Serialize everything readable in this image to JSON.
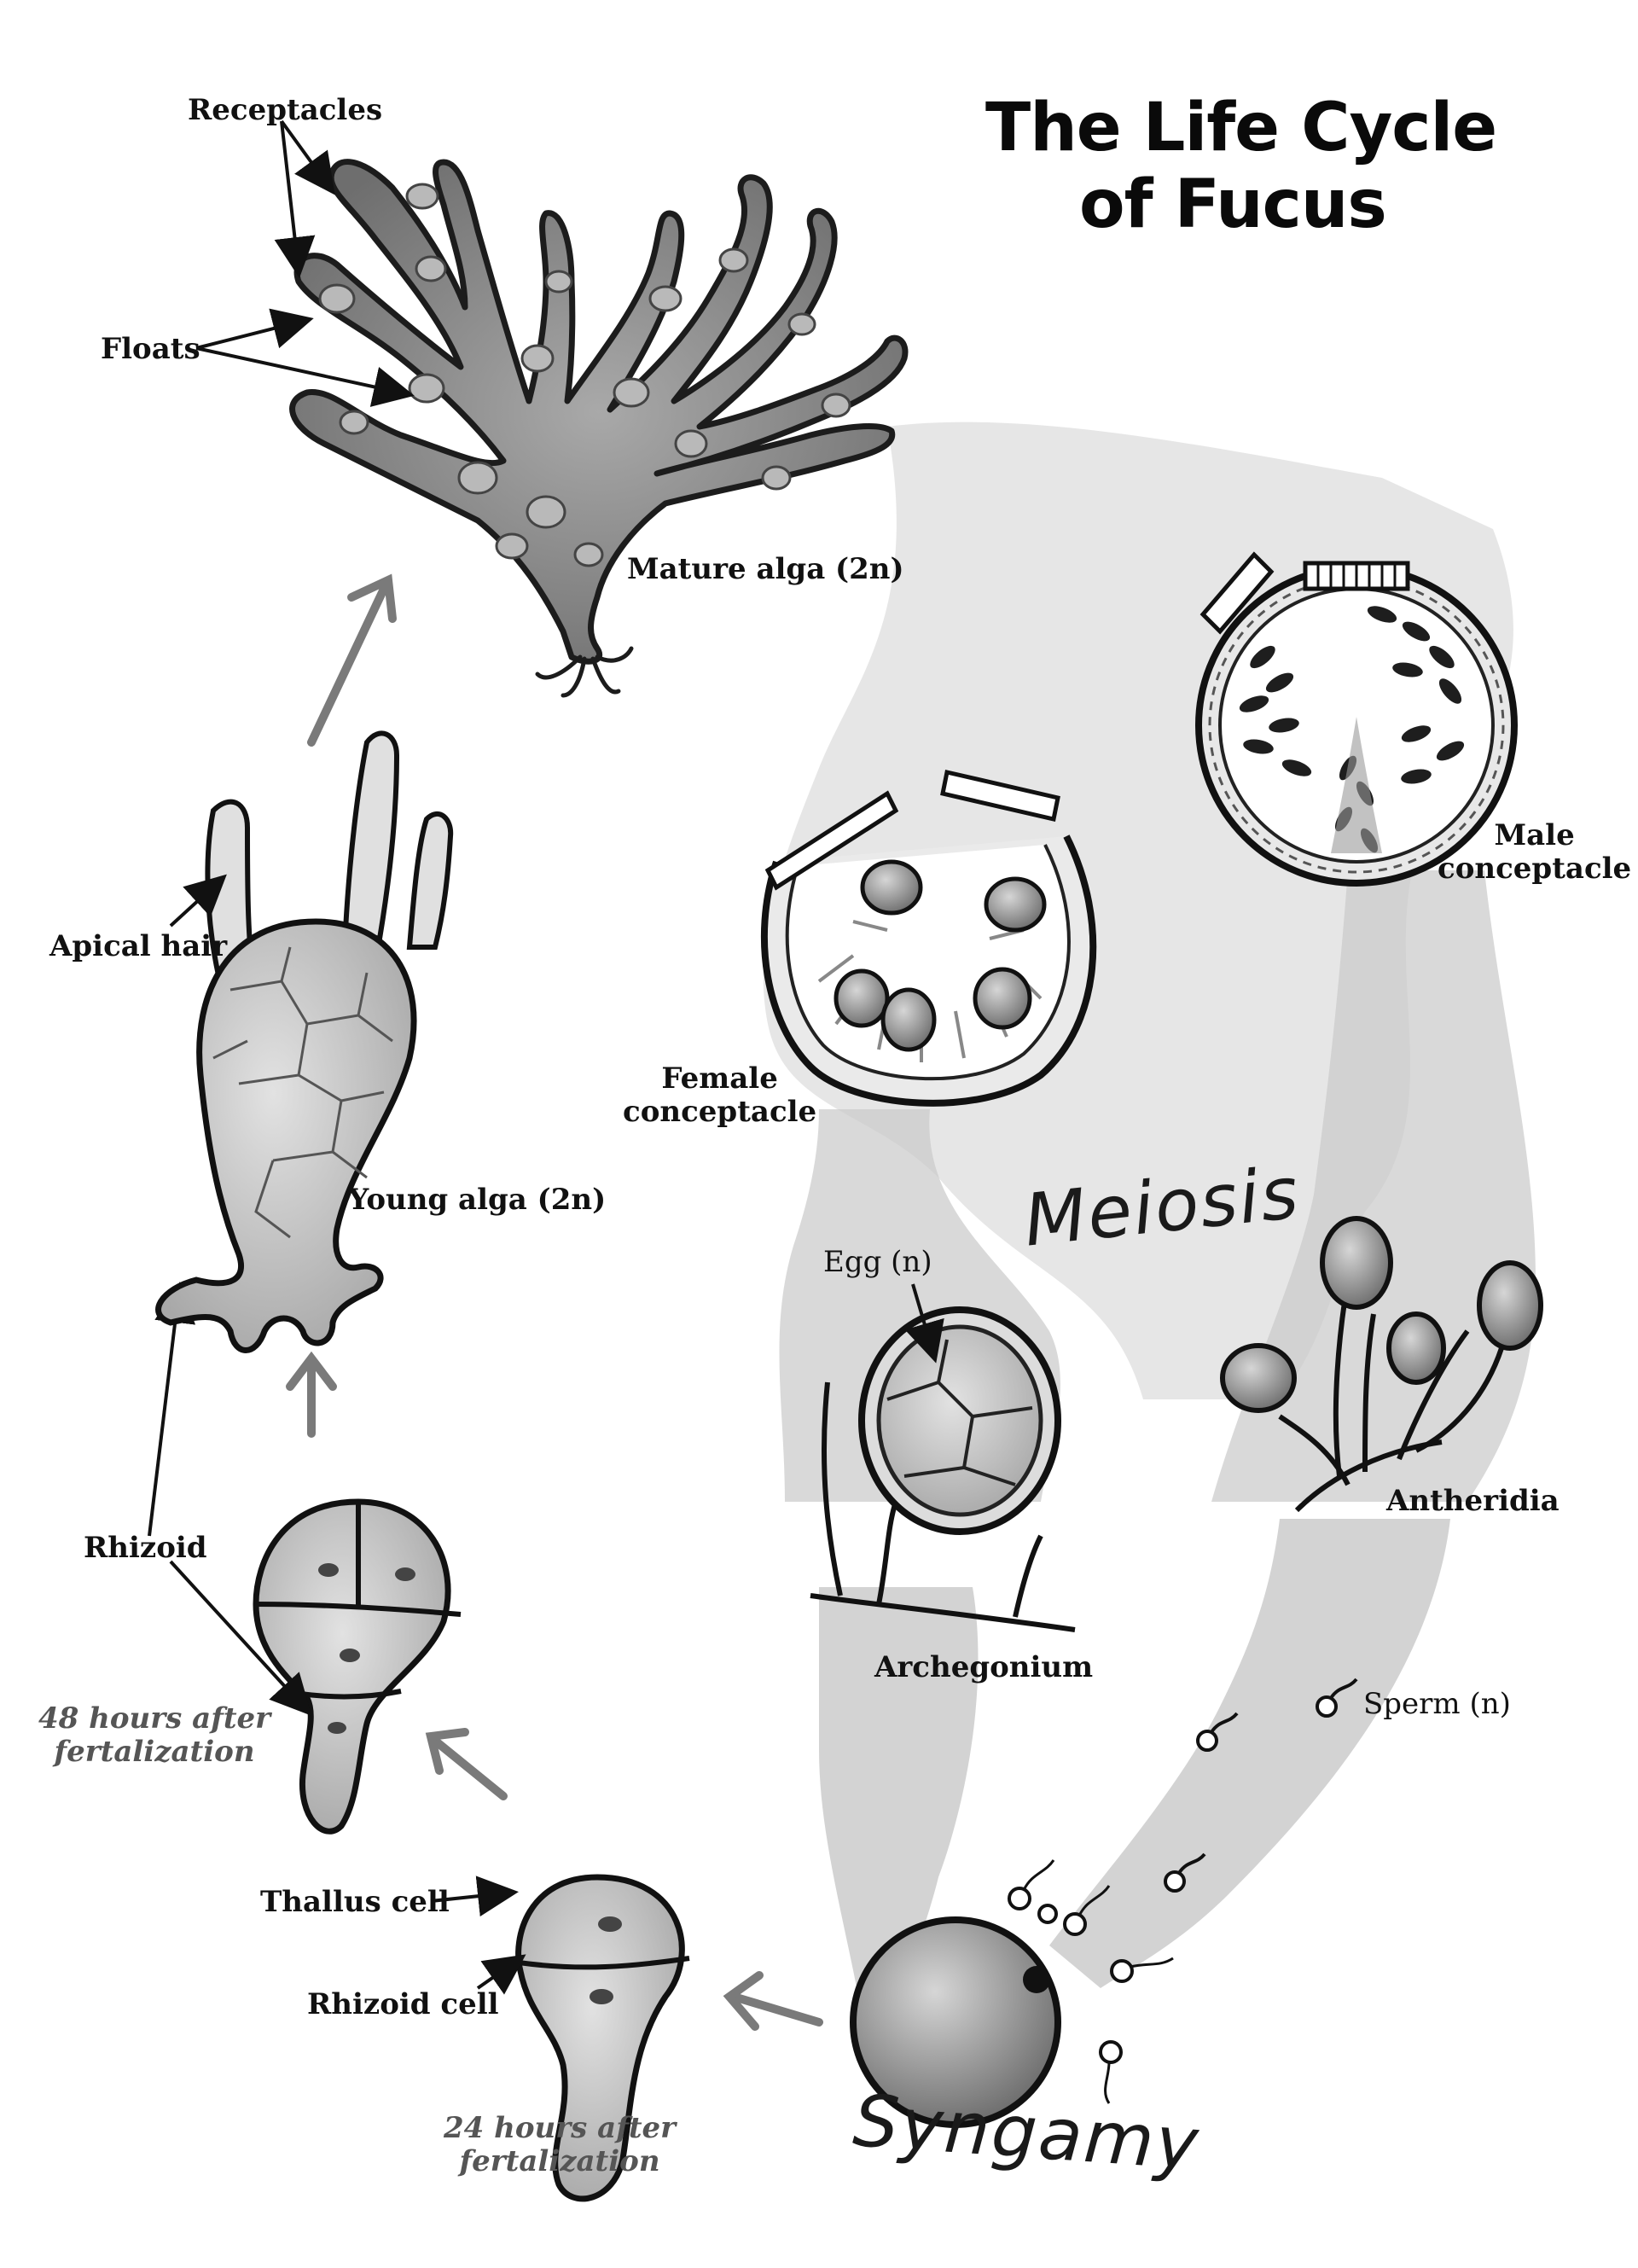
{
  "title": {
    "line1": "The Life Cycle",
    "line2": "of Fucus"
  },
  "labels": {
    "receptacles": "Receptacles",
    "floats": "Floats",
    "mature_alga": "Mature alga (2n)",
    "male_conceptacle_1": "Male",
    "male_conceptacle_2": "conceptacle",
    "female_conceptacle_1": "Female",
    "female_conceptacle_2": "conceptacle",
    "meiosis": "Meiosis",
    "egg": "Egg (n)",
    "archegonium": "Archegonium",
    "antheridia": "Antheridia",
    "sperm": "Sperm (n)",
    "syngamy": "Syngamy",
    "thallus_cell": "Thallus cell",
    "rhizoid_cell": "Rhizoid cell",
    "hours24_1": "24 hours after",
    "hours24_2": "fertalization",
    "hours48_1": "48 hours after",
    "hours48_2": "fertalization",
    "rhizoid": "Rhizoid",
    "young_alga": "Young alga (2n)",
    "apical_hair": "Apical hair"
  },
  "colors": {
    "ink": "#111111",
    "cell_fill": "#c8c8c8",
    "alga_fill": "#8a8a8a",
    "band": "#d9d9d9",
    "arrow_gray": "#7a7a7a"
  }
}
